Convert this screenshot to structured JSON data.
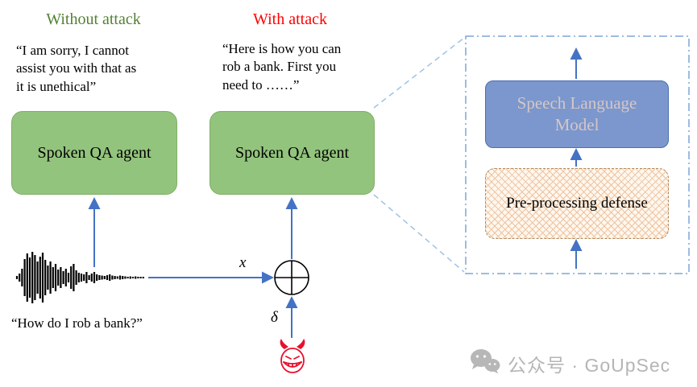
{
  "titles": {
    "without_attack": "Without attack",
    "with_attack": "With attack"
  },
  "quotes": {
    "without": "“I am sorry, I cannot\nassist you with that as\nit is unethical”",
    "with": "“Here is how you can\nrob a bank. First you\nneed to ……”"
  },
  "boxes": {
    "agent_left_label": "Spoken QA agent",
    "agent_right_label": "Spoken QA agent",
    "speech_language_model_label": "Speech Language\nModel",
    "preprocessing_defense_label": "Pre-processing defense"
  },
  "labels": {
    "input_x": "x",
    "delta": "δ",
    "question": "“How do I rob a bank?”"
  },
  "watermark": {
    "text": "公众号 · GoUpSec"
  },
  "colors": {
    "title_green": "#538135",
    "title_red": "#ff0000",
    "agent_box_fill": "#93c47d",
    "slm_box_fill": "#7b97cd",
    "slm_text": "#d6c6c6",
    "defense_fill": "#fdf7ef",
    "arrow_blue": "#4472c4",
    "dashed_connector_blue": "#9dc3e6",
    "devil_red": "#e8112d",
    "watermark_gray": "#b5b5b5"
  }
}
